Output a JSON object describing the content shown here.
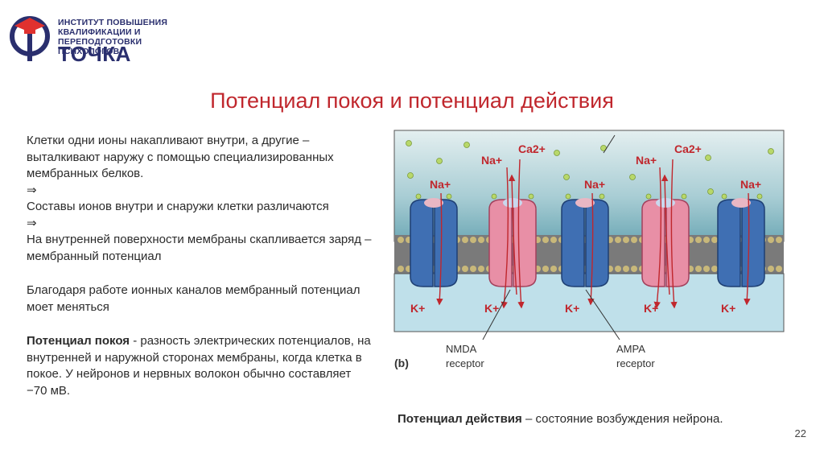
{
  "logo": {
    "line1": "ИНСТИТУТ ПОВЫШЕНИЯ",
    "line2": "КВАЛИФИКАЦИИ И",
    "line3": "ПЕРЕПОДГОТОВКИ ПСИХОЛОГОВ",
    "brand": "ТОЧКА"
  },
  "slide": {
    "title": "Потенциал покоя и потенциал действия",
    "paragraphs": {
      "p1": "Клетки одни ионы накапливают внутри, а другие – выталкивают наружу с помощью специализированных мембранных белков.",
      "arrow1": "⇒",
      "p2": "Составы ионов внутри и снаружи клетки различаются",
      "arrow2": "⇒",
      "p3": "На внутренней поверхности мембраны скапливается заряд – мембранный потенциал",
      "p4": "Благодаря работе ионных каналов мембранный потенциал моет меняться",
      "p5_term": "Потенциал покоя",
      "p5_rest": " - разность электрических потенциалов, на внутренней и наружной сторонах мембраны, когда клетка в покое. У нейронов и нервных волокон обычно составляет −70 мВ."
    },
    "caption_term": "Потенциал действия",
    "caption_rest": " – состояние возбуждения нейрона.",
    "page_number": "22"
  },
  "diagram": {
    "ion_na": "Na+",
    "ion_ca": "Ca2+",
    "ion_k": "K+",
    "panel_label": "(b)",
    "nmda_label_1": "NMDA",
    "nmda_label_2": "receptor",
    "ampa_label_1": "AMPA",
    "ampa_label_2": "receptor",
    "colors": {
      "ampa_channel": "#3f6fb3",
      "nmda_channel": "#e88fa6",
      "ion_text": "#c0272d",
      "title": "#c0272d"
    }
  }
}
